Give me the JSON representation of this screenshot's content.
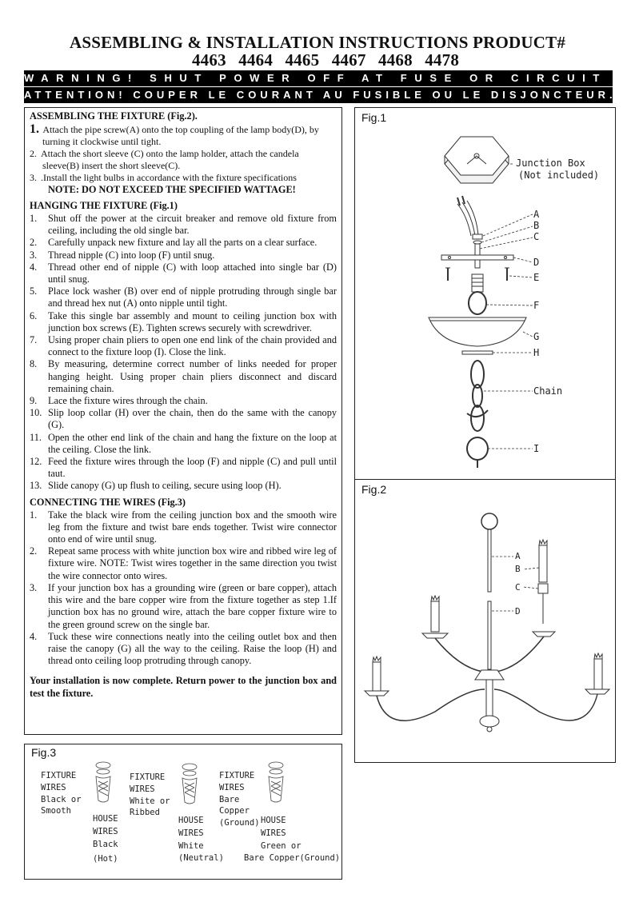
{
  "header": {
    "title_line1": "ASSEMBLING & INSTALLATION INSTRUCTIONS PRODUCT#",
    "title_line2": "4463 4464 4465 4467 4468 4478",
    "warning_en": "WARNING! SHUT POWER OFF AT FUSE OR CIRCUIT BREAKER.",
    "warning_fr": "ATTENTION! COUPER LE COURANT AU FUSIBLE OU LE DISJONCTEUR."
  },
  "assembling": {
    "heading": "ASSEMBLING THE FIXTURE (Fig.2).",
    "steps": [
      {
        "num": "1.",
        "text": "Attach the pipe screw(A) onto the top coupling of the lamp body(D), by turning it clockwise until tight."
      },
      {
        "num": "2.",
        "text": "Attach the short sleeve (C) onto the lamp holder, attach the candela sleeve(B) insert the short sleeve(C)."
      },
      {
        "num": "3.",
        "text": ".Install the light bulbs in accordance with the fixture specifications"
      }
    ],
    "note": "NOTE: DO NOT EXCEED THE SPECIFIED WATTAGE!"
  },
  "hanging": {
    "heading": "HANGING THE FIXTURE (Fig.1)",
    "steps": [
      {
        "num": "1.",
        "text": "Shut off the power at the circuit breaker and remove old fixture from ceiling, including the old single bar."
      },
      {
        "num": "2.",
        "text": "Carefully unpack new fixture and lay all the parts on a clear surface."
      },
      {
        "num": "3.",
        "text": "Thread nipple (C) into loop (F) until snug."
      },
      {
        "num": "4.",
        "text": "Thread other end of nipple (C) with loop attached into single bar (D) until snug."
      },
      {
        "num": "5.",
        "text": "Place lock washer (B) over end of nipple protruding through single bar and thread hex nut (A) onto nipple until tight."
      },
      {
        "num": "6.",
        "text": "Take this single bar assembly and mount to ceiling junction box with junction box screws (E). Tighten screws securely with screwdriver."
      },
      {
        "num": "7.",
        "text": "Using proper chain pliers to open one end link of the chain provided and connect to the fixture loop (I). Close the link."
      },
      {
        "num": "8.",
        "text": "By measuring, determine correct number of links needed for proper hanging height. Using proper chain pliers disconnect and discard remaining chain."
      },
      {
        "num": "9.",
        "text": "Lace the fixture wires through the chain."
      },
      {
        "num": "10.",
        "text": "Slip loop collar (H) over the chain, then do the same with the canopy (G)."
      },
      {
        "num": "11.",
        "text": "Open the other end link of the chain and hang the fixture on the loop at the ceiling. Close the link."
      },
      {
        "num": "12.",
        "text": "Feed the fixture wires through the loop (F) and nipple (C) and pull until taut."
      },
      {
        "num": "13.",
        "text": "Slide canopy (G) up flush to ceiling, secure using loop (H)."
      }
    ]
  },
  "wires": {
    "heading": "CONNECTING THE WIRES (Fig.3)",
    "steps": [
      {
        "num": "1.",
        "text": "Take the black wire from the ceiling junction box and the smooth wire leg from the fixture and twist bare ends together. Twist wire connector onto end of wire until snug."
      },
      {
        "num": "2.",
        "text": "Repeat same process with white junction box wire and ribbed wire leg of fixture wire. NOTE: Twist wires together in the same direction you twist the wire connector onto wires."
      },
      {
        "num": "3.",
        "text": "If your junction box has a grounding wire (green or bare copper), attach this wire and the bare copper wire from the fixture together as step 1.If junction box has no ground wire, attach the bare copper fixture wire to the green ground screw on the single bar."
      },
      {
        "num": "4.",
        "text": "Tuck these wire connections neatly into the ceiling outlet box and then raise the canopy (G) all the way to the ceiling. Raise the loop (H) and thread onto ceiling loop protruding through canopy."
      }
    ],
    "final": "Your installation is now complete. Return power to the junction box and test the fixture."
  },
  "fig1": {
    "label": "Fig.1",
    "junction_box": "Junction Box",
    "not_included": "(Not included)",
    "parts": [
      "A",
      "B",
      "C",
      "D",
      "E",
      "F",
      "G",
      "H",
      "Chain",
      "I"
    ]
  },
  "fig2": {
    "label": "Fig.2",
    "parts": [
      "A",
      "B",
      "C",
      "D"
    ]
  },
  "fig3": {
    "label": "Fig.3",
    "groups": [
      {
        "fixture": [
          "FIXTURE",
          "WIRES",
          "Black or",
          "Smooth"
        ],
        "house": [
          "HOUSE",
          "WIRES",
          "Black",
          "(Hot)"
        ]
      },
      {
        "fixture": [
          "FIXTURE",
          "WIRES",
          "White or",
          "Ribbed"
        ],
        "house": [
          "HOUSE",
          "WIRES",
          "White",
          "(Neutral)"
        ]
      },
      {
        "fixture": [
          "FIXTURE",
          "WIRES",
          "Bare",
          "Copper",
          "(Ground)"
        ],
        "house": [
          "HOUSE",
          "WIRES",
          "Green or",
          "Bare Copper(Ground)"
        ]
      }
    ]
  }
}
